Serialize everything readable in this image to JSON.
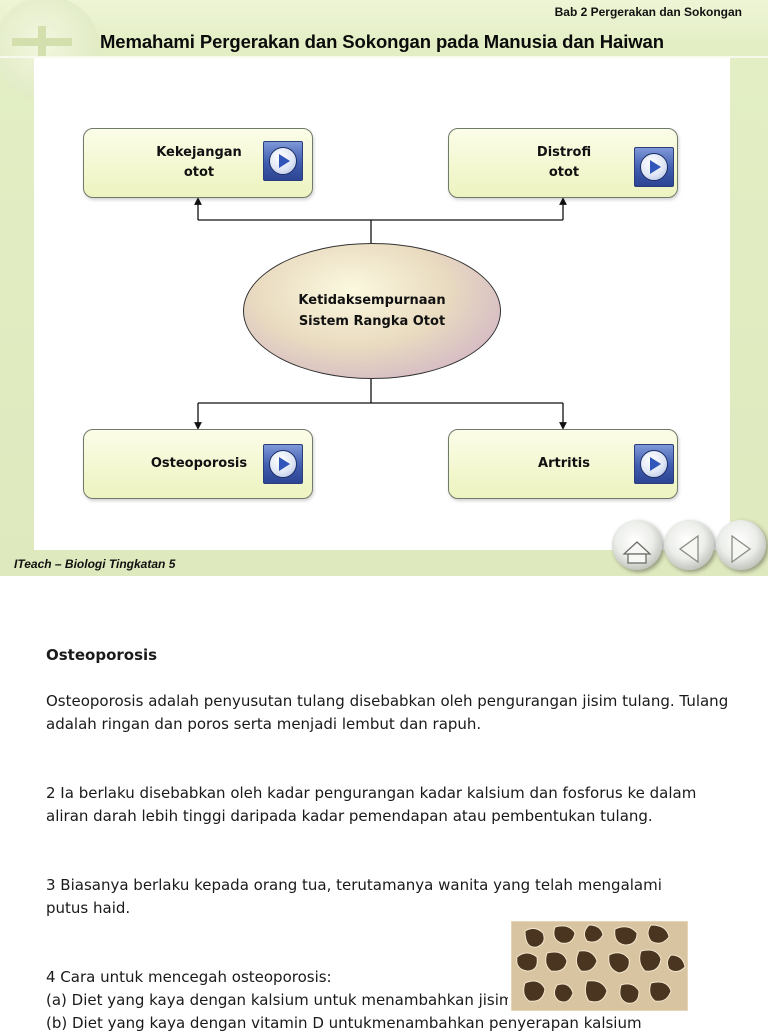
{
  "slide": {
    "chapter": "Bab 2 Pergerakan dan Sokongan",
    "title": "Memahami Pergerakan dan Sokongan pada Manusia dan Haiwan",
    "footer": "ITeach – Biologi Tingkatan 5",
    "center": "Ketidaksempurnaan\nSistem Rangka Otot",
    "boxes": [
      {
        "label": "Kekejangan\notot",
        "icon": "play-icon"
      },
      {
        "label": "Distrofi\notot",
        "icon": "play-icon"
      },
      {
        "label": "Osteoporosis",
        "icon": "play-icon"
      },
      {
        "label": "Artritis",
        "icon": "play-icon"
      }
    ],
    "nav": [
      "home-icon",
      "back-arrow-icon",
      "forward-arrow-icon"
    ]
  },
  "article": {
    "heading": "Osteoporosis",
    "p1": "Osteoporosis adalah penyusutan tulang disebabkan oleh pengurangan jisim tulang. Tulang adalah ringan dan poros serta menjadi lembut dan rapuh.",
    "p2": "2 Ia berlaku disebabkan oleh kadar pengurangan kadar kalsium dan fosforus ke dalam aliran darah lebih tinggi daripada kadar pemendapan atau pembentukan tulang.",
    "p3": "3 Biasanya berlaku kepada orang tua, terutamanya wanita yang telah mengalami putus haid.",
    "p4_title": "4 Cara untuk mencegah osteoporosis:",
    "p4_a": "(a) Diet yang kaya dengan kalsium untuk menambahkan jisim",
    "p4_b": "(b) Diet yang kaya dengan vitamin D untukmenambahkan penyerapan kalsium"
  }
}
